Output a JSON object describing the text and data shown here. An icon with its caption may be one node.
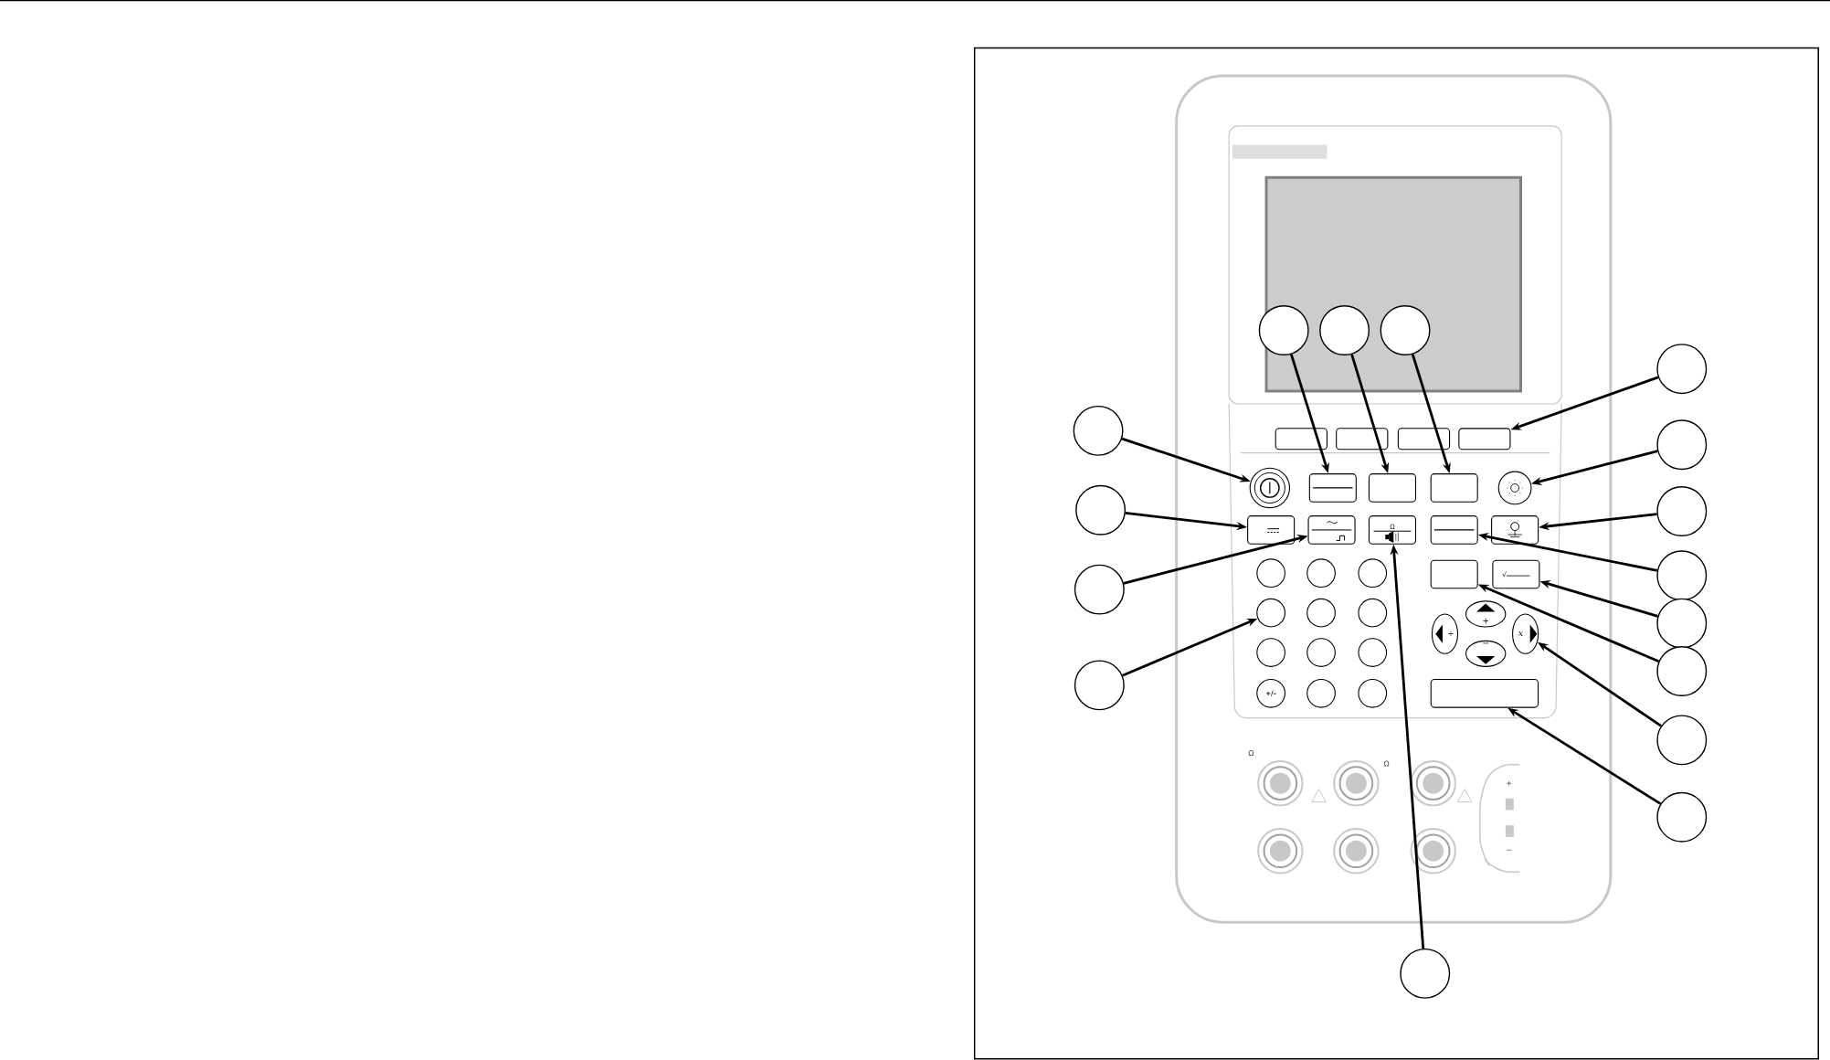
{
  "diagram": {
    "nodes": [
      {
        "text": [],
        "shape": "circle"
      },
      {
        "text": [],
        "shape": "circle"
      },
      {
        "text": [],
        "shape": "circle"
      },
      {
        "text": [],
        "shape": "circle"
      },
      {
        "text": [],
        "shape": "circle"
      },
      {
        "text": [],
        "shape": "circle"
      },
      {
        "text": [],
        "shape": "circle"
      },
      {
        "text": [],
        "shape": "circle"
      },
      {
        "text": [],
        "shape": "circle"
      },
      {
        "text": [],
        "shape": "circle"
      },
      {
        "text": [],
        "shape": "circle"
      },
      {
        "text": [],
        "shape": "circle"
      },
      {
        "text": [],
        "shape": "circle"
      },
      {
        "text": [],
        "shape": "circle"
      },
      {
        "text": [],
        "shape": "circle"
      },
      {
        "text": [],
        "shape": "circle"
      },
      {
        "text": [],
        "shape": "box"
      },
      {
        "text": [],
        "shape": "circle"
      },
      {
        "text": [],
        "shape": "box"
      },
      {
        "text": [],
        "shape": "box"
      },
      {
        "text": [],
        "shape": "box"
      },
      {
        "text": [],
        "shape": "circle"
      },
      {
        "text": [],
        "shape": "box"
      },
      {
        "text": [],
        "shape": "box"
      },
      {
        "text": [
          "Ω"
        ]
      },
      {
        "text": [],
        "shape": "box"
      },
      {
        "text": [],
        "shape": "box"
      },
      {
        "text": [],
        "shape": "box"
      },
      {
        "text": [
          "√"
        ]
      },
      {
        "text": [],
        "shape": "circle"
      },
      {
        "text": [
          "x"
        ]
      },
      {
        "text": [],
        "shape": "box"
      }
    ],
    "edges": [
      {
        "from": 0,
        "to": 18,
        "arrow": "to"
      },
      {
        "from": 1,
        "to": 19,
        "arrow": "to"
      },
      {
        "from": 2,
        "to": 20,
        "arrow": "to"
      },
      {
        "from": 3,
        "to": 16,
        "arrow": "to"
      },
      {
        "from": 4,
        "to": 17,
        "arrow": "to"
      },
      {
        "from": 5,
        "to": 21,
        "arrow": "to"
      },
      {
        "from": 6,
        "to": 22,
        "arrow": "to"
      },
      {
        "from": 7,
        "to": 26,
        "arrow": "to"
      },
      {
        "from": 8,
        "to": 25,
        "arrow": "to"
      },
      {
        "from": 9,
        "to": 23,
        "arrow": "to"
      },
      {
        "from": 10,
        "to": 28,
        "arrow": "to"
      },
      {
        "from": 11,
        "to": 27,
        "arrow": "to"
      },
      {
        "from": 12,
        "to": 29,
        "arrow": "to"
      },
      {
        "from": 13,
        "to": 30,
        "arrow": "to"
      },
      {
        "from": 14,
        "to": 31,
        "arrow": "to"
      },
      {
        "from": 15,
        "to": 24,
        "arrow": "to"
      }
    ],
    "labels": [
      "+",
      "÷",
      "−",
      "+/–",
      "Ω",
      "Ω",
      "+",
      "−"
    ]
  }
}
